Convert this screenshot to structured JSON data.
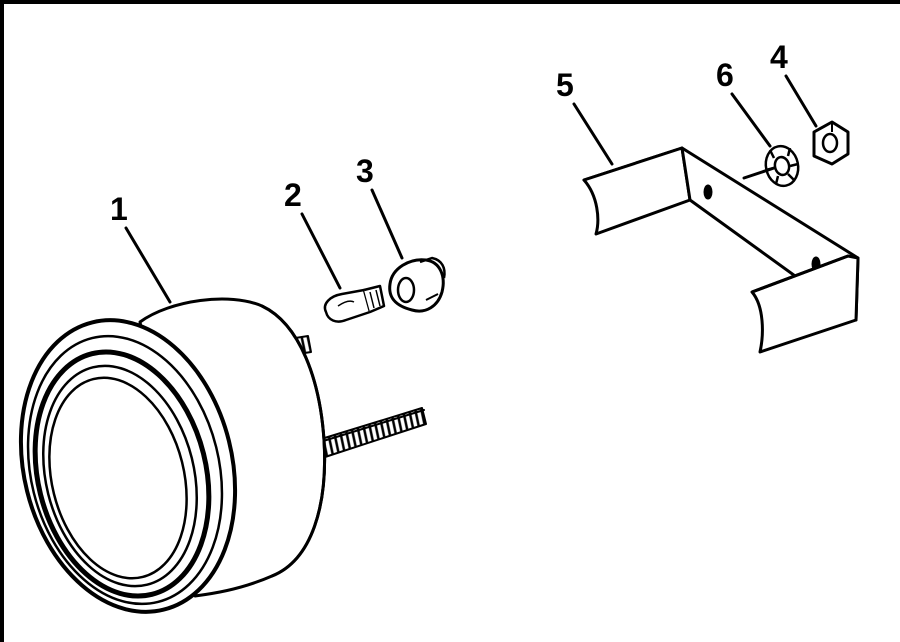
{
  "labels": {
    "gauge": "1",
    "bulb": "2",
    "socket": "3",
    "nut": "4",
    "bracket": "5",
    "washer": "6"
  },
  "colors": {
    "ink": "#000000",
    "paper": "#ffffff"
  }
}
